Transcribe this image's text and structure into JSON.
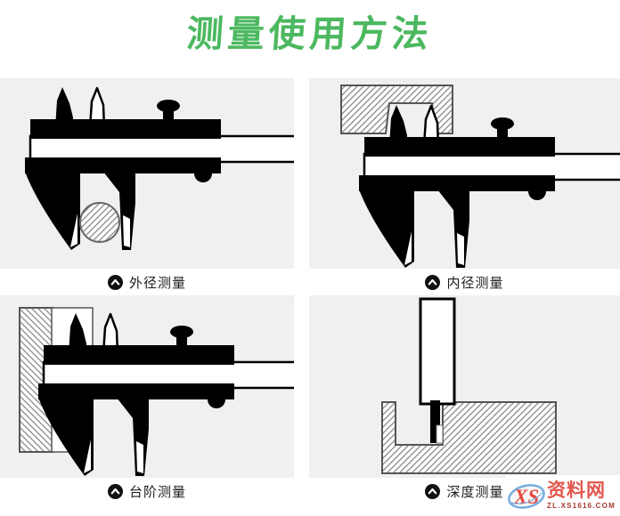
{
  "title": "测量使用方法",
  "panels": [
    {
      "label": "外径测量",
      "illustration": "caliper measuring outer diameter of a round bar"
    },
    {
      "label": "内径测量",
      "illustration": "caliper upper jaws measuring inner slot of a workpiece"
    },
    {
      "label": "台阶测量",
      "illustration": "caliper measuring a step on a workpiece"
    },
    {
      "label": "深度测量",
      "illustration": "caliper depth rod measuring groove depth"
    }
  ],
  "watermark": {
    "logo_text": "XS",
    "site_name": "资料网",
    "site_url": "ZL.XS1616.COM"
  },
  "colors": {
    "title_green": "#4cb85f",
    "panel_background": "#f0f0f0",
    "caliper_black": "#000000",
    "hatch_gray": "#8a8a8a",
    "workpiece_outline": "#555555",
    "watermark_red": "#e2574e",
    "watermark_url_red": "#a63a31",
    "logo_ring_blue": "#76aede"
  }
}
